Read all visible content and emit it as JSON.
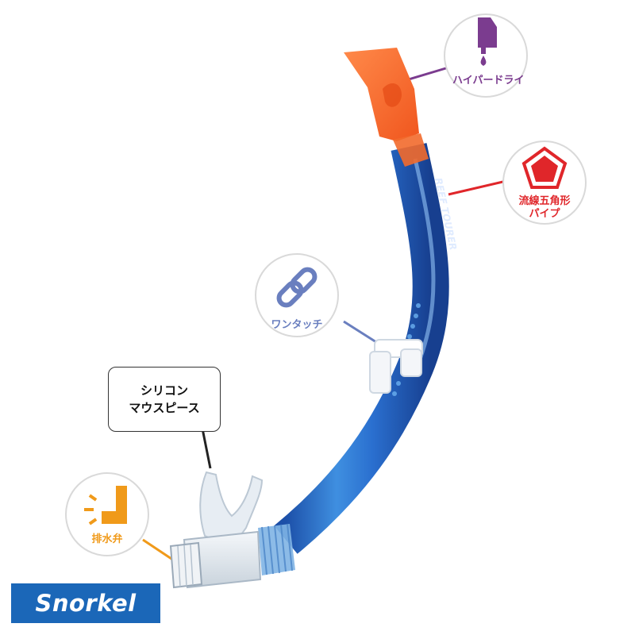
{
  "features": {
    "hyper_dry": {
      "label": "ハイパードライ",
      "color": "#7b3c8f",
      "icon": "dry-valve-icon"
    },
    "pentagon_pipe": {
      "label_line1": "流線五角形",
      "label_line2": "パイプ",
      "color": "#e0262a",
      "icon": "pentagon-icon"
    },
    "one_touch": {
      "label": "ワンタッチ",
      "color": "#6a7fbf",
      "icon": "link-icon"
    },
    "drain_valve": {
      "label": "排水弁",
      "color": "#f09a1a",
      "icon": "drain-valve-icon"
    }
  },
  "mouthpiece": {
    "label_line1": "シリコン",
    "label_line2": "マウスピース"
  },
  "product_print": "REEF TOURER",
  "badge": {
    "label": "Snorkel",
    "color": "#1b67b8"
  }
}
